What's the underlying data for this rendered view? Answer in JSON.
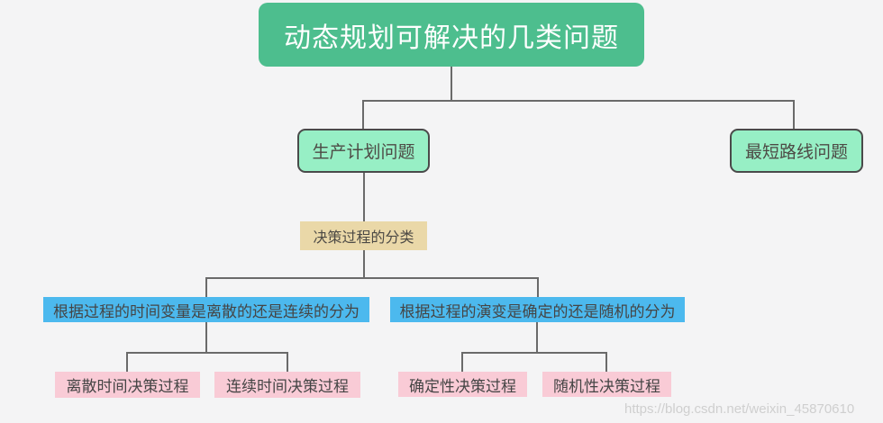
{
  "diagram": {
    "root": {
      "label": "动态规划可解决的几类问题"
    },
    "children": [
      {
        "label": "生产计划问题"
      },
      {
        "label": "最短路线问题"
      }
    ],
    "classification": {
      "label": "决策过程的分类"
    },
    "criteria": [
      {
        "label": "根据过程的时间变量是离散的还是连续的分为"
      },
      {
        "label": "根据过程的演变是确定的还是随机的分为"
      }
    ],
    "leaves": [
      {
        "label": "离散时间决策过程"
      },
      {
        "label": "连续时间决策过程"
      },
      {
        "label": "确定性决策过程"
      },
      {
        "label": "随机性决策过程"
      }
    ],
    "colors": {
      "background": "#f4f4f5",
      "root_green": "#4dbe8e",
      "root_text": "#ffffff",
      "mint_fill": "#97efc5",
      "mint_border": "#4a4a4a",
      "tan_fill": "#ead8a8",
      "blue_fill": "#4cb9ee",
      "pink_fill": "#f9cbd6",
      "node_text": "#4d4a45",
      "line": "#6a6a6a"
    }
  },
  "watermark": {
    "text": "https://blog.csdn.net/weixin_45870610"
  }
}
